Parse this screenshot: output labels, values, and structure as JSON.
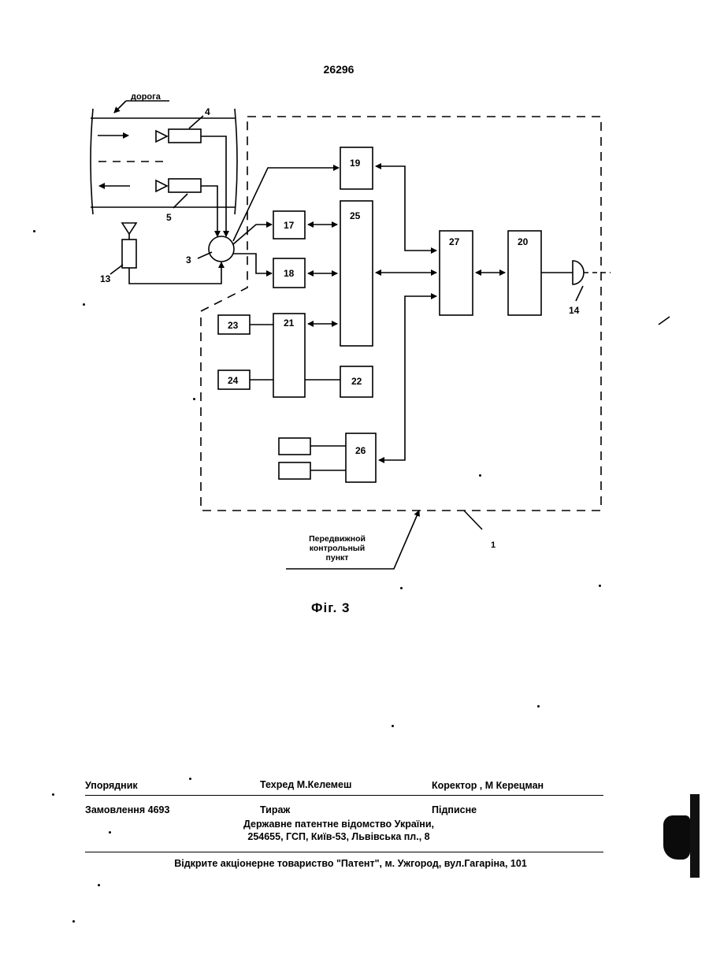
{
  "page_number": "26296",
  "figure": {
    "road_label": "дорога",
    "blocks": [
      "19",
      "17",
      "25",
      "18",
      "27",
      "20",
      "21",
      "23",
      "24",
      "22",
      "26"
    ],
    "labels": {
      "sensor_top": "4",
      "sensor_bottom": "5",
      "node": "3",
      "antenna": "13",
      "terminal": "14",
      "frame": "1"
    },
    "callout": [
      "Передвижной",
      "контрольный",
      "пункт"
    ],
    "caption": "Фіг. 3"
  },
  "imprint": {
    "compiler": "Упорядник",
    "tech_editor": "Техред М.Келемеш",
    "corrector": "Коректор ,  М Керецман",
    "order": "Замовлення 4693",
    "circulation": "Тираж",
    "signed": "Підписне",
    "office_line1": "Державне патентне відомство України,",
    "office_line2": "254655, ГСП, Київ-53, Львівська пл., 8",
    "publisher": "Відкрите акціонерне товариство   \"Патент\", м. Ужгород, вул.Гагаріна, 101"
  }
}
